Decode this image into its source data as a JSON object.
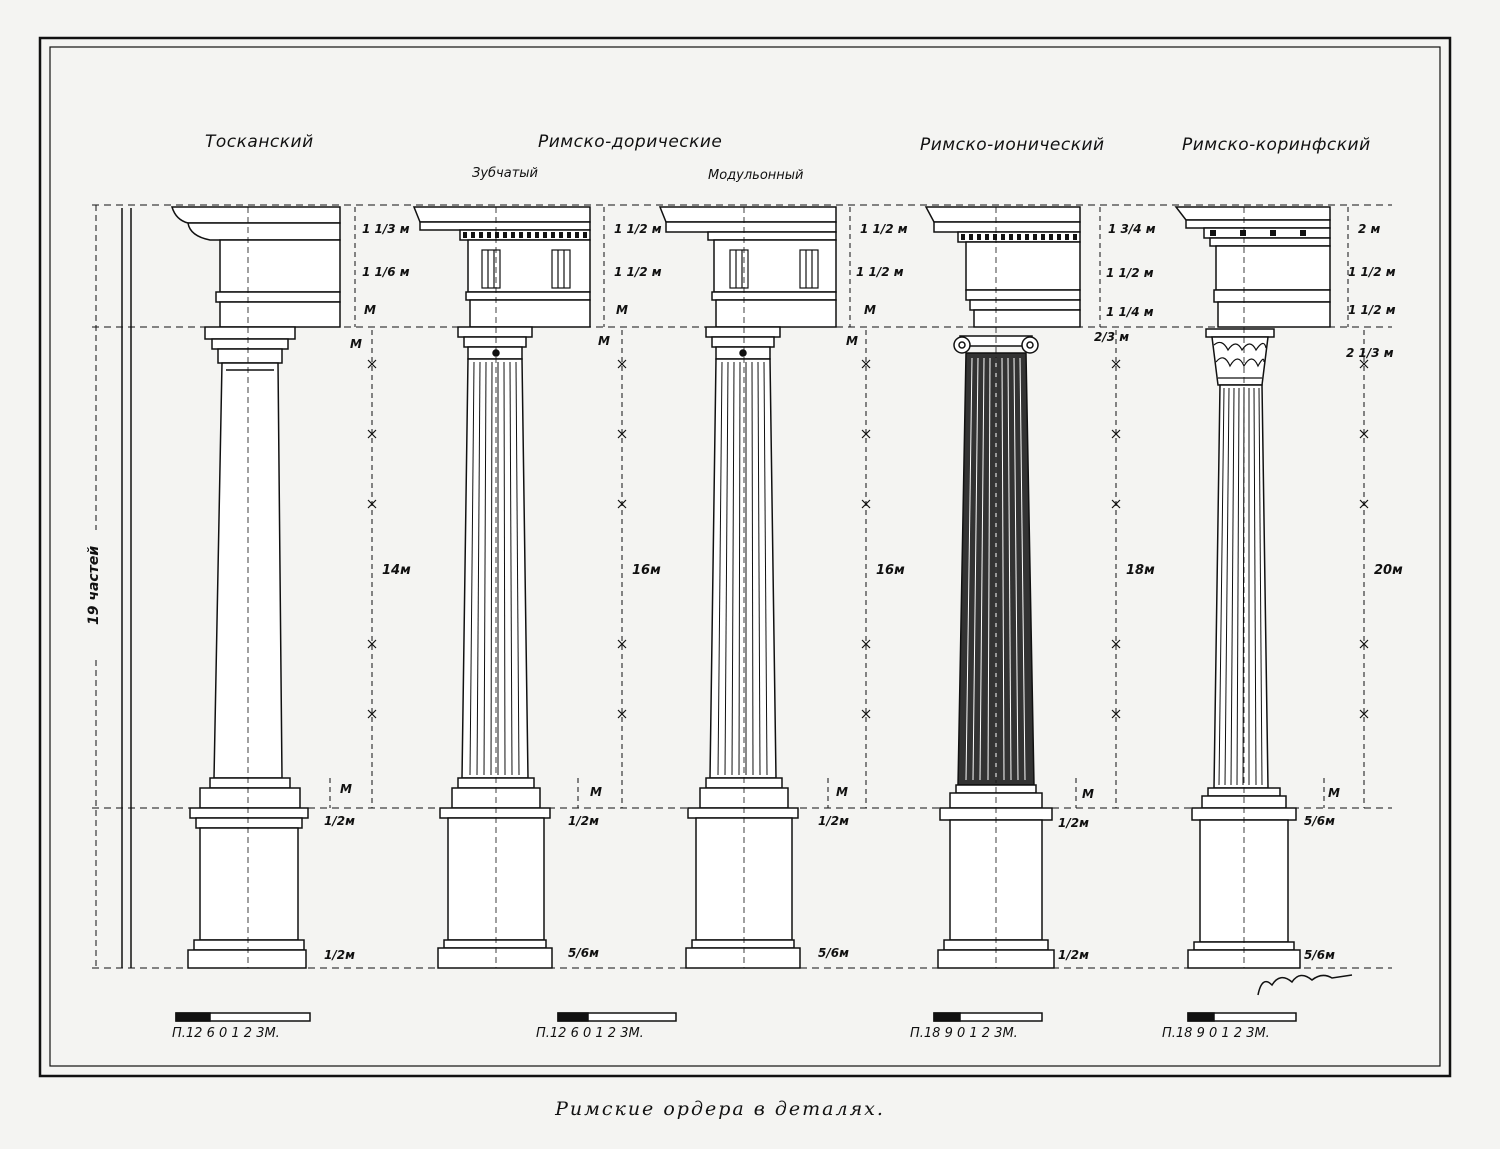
{
  "caption": "Римские ордера в деталях.",
  "height_label": "19 частей",
  "orders": [
    {
      "title": "Тосканский"
    },
    {
      "title": "Римско-дорические"
    },
    {
      "title": "Римско-ионический"
    },
    {
      "title": "Римско-коринфский"
    }
  ],
  "doric_variants": [
    "Зубчатый",
    "Модульонный"
  ],
  "dimensions": {
    "tuscan": {
      "cornice": "1 1/3 м",
      "frieze": "1 1/6 м",
      "architrave": "М",
      "capital": "М",
      "shaft": "14м",
      "base": "М",
      "pedestal_top": "1/2м",
      "pedestal_base": "1/2м"
    },
    "doric_dentil": {
      "cornice": "1 1/2 м",
      "frieze": "1 1/2 м",
      "architrave": "М",
      "capital": "М",
      "shaft": "16м",
      "base": "М",
      "pedestal_top": "1/2м",
      "pedestal_base": "5/6м"
    },
    "doric_modillion": {
      "cornice": "1 1/2 м",
      "frieze": "1 1/2 м",
      "architrave": "М",
      "capital": "М",
      "shaft": "16м",
      "base": "М",
      "pedestal_top": "1/2м",
      "pedestal_base": "5/6м"
    },
    "ionic": {
      "cornice": "1 3/4 м",
      "frieze": "1 1/2 м",
      "architrave": "1 1/4 м",
      "capital": "2/3 м",
      "shaft": "18м",
      "base": "М",
      "pedestal_top": "1/2м",
      "pedestal_base": "1/2м"
    },
    "corinthian": {
      "cornice": "2 м",
      "frieze": "1 1/2 м",
      "architrave": "1 1/2 м",
      "capital": "2 1/3 м",
      "shaft": "20м",
      "base": "М",
      "pedestal_top": "5/6м",
      "pedestal_base": "5/6м"
    }
  },
  "scales": [
    {
      "text": "П.12 6 0   1    2    3М."
    },
    {
      "text": "П.12 6 0   1    2    3М."
    },
    {
      "text": "П.18 9 0   1    2    3М."
    },
    {
      "text": "П.18 9 0   1    2    3М."
    }
  ]
}
